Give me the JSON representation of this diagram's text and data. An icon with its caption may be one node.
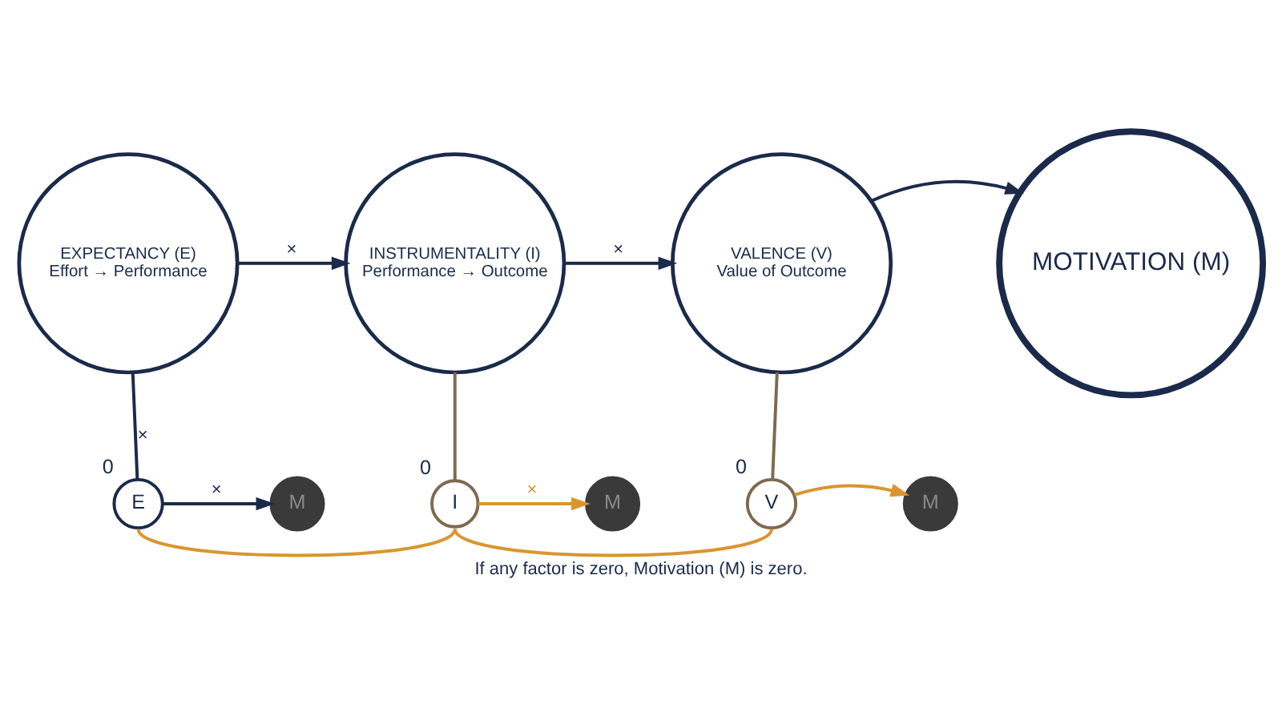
{
  "diagram": {
    "caption": "If any factor is zero, Motivation (M) is zero.",
    "nodes": [
      {
        "text": [
          "EXPECTANCY (E)",
          "Effort → Performance"
        ]
      },
      {
        "text": [
          "INSTRUMENTALITY (I)",
          "Performance → Outcome"
        ]
      },
      {
        "text": [
          "VALENCE (V)",
          "Value of Outcome"
        ]
      },
      {
        "text": [
          "MOTIVATION (M)"
        ]
      },
      {
        "text": [
          "E"
        ],
        "beside": [
          "0"
        ]
      },
      {
        "text": [
          "M"
        ]
      },
      {
        "text": [
          "I"
        ],
        "beside": [
          "0"
        ]
      },
      {
        "text": [
          "M"
        ]
      },
      {
        "text": [
          "V"
        ],
        "beside": [
          "0"
        ]
      },
      {
        "text": [
          "M"
        ]
      }
    ],
    "edges": [
      {
        "from": 0,
        "to": 1,
        "arrow": "to",
        "label": "×"
      },
      {
        "from": 1,
        "to": 2,
        "arrow": "to",
        "label": "×"
      },
      {
        "from": 2,
        "to": 3,
        "arrow": "to"
      },
      {
        "from": 0,
        "to": 4,
        "arrow": "none",
        "label": "×"
      },
      {
        "from": 1,
        "to": 6,
        "arrow": "none",
        "color": "#7d6a50"
      },
      {
        "from": 2,
        "to": 8,
        "arrow": "none",
        "color": "#7d6a50"
      },
      {
        "from": 4,
        "to": 5,
        "arrow": "to",
        "label": "×"
      },
      {
        "from": 6,
        "to": 7,
        "arrow": "to",
        "label": "×",
        "color": "#d9952f"
      },
      {
        "from": 8,
        "to": 9,
        "arrow": "to",
        "color": "#d9952f"
      },
      {
        "from": 4,
        "to": 6,
        "arrow": "none",
        "color": "#d9952f"
      },
      {
        "from": 6,
        "to": 8,
        "arrow": "none",
        "color": "#d9952f"
      }
    ]
  }
}
